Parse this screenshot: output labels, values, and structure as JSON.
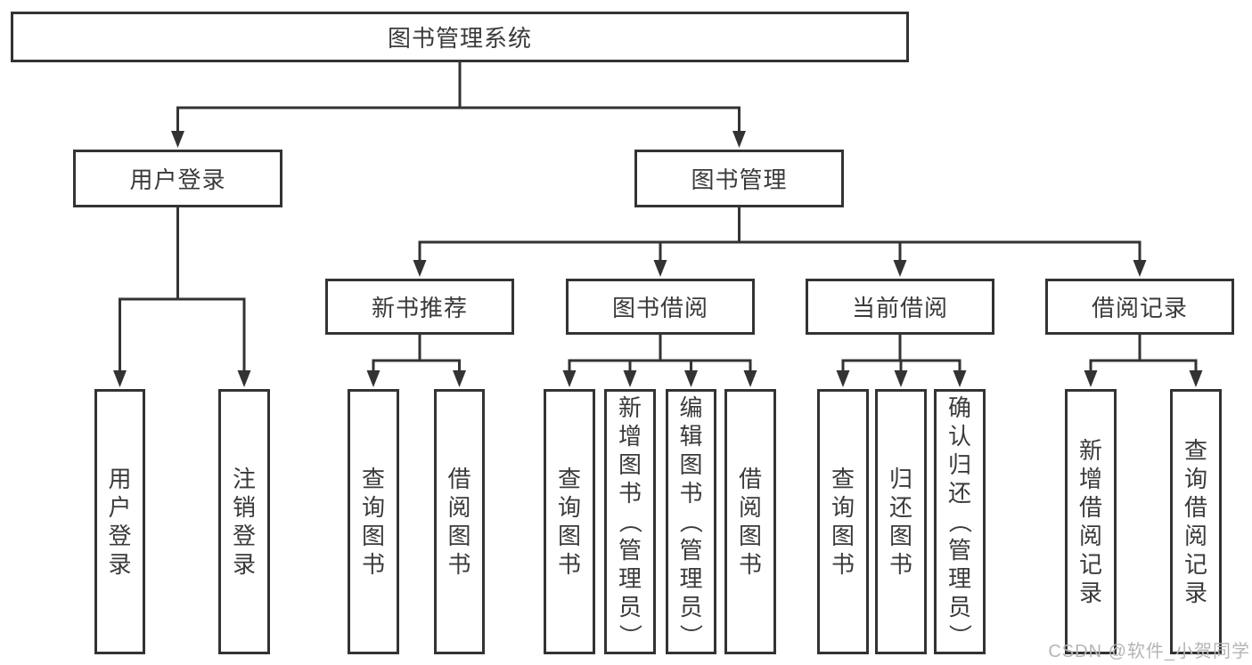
{
  "page": {
    "background": "#ffffff"
  },
  "watermark": {
    "text": "CSDN @软件_小贺同学",
    "color": "#b5b5b5"
  },
  "diagram": {
    "type": "tree",
    "stroke_color": "#333333",
    "text_color": "#3a3a3a",
    "box_background": "#ffffff",
    "nodes": [
      {
        "id": "root",
        "label": "图书管理系统",
        "vertical": false
      },
      {
        "id": "user-login",
        "label": "用户登录",
        "vertical": false
      },
      {
        "id": "book-mgmt",
        "label": "图书管理",
        "vertical": false
      },
      {
        "id": "new-book-rec",
        "label": "新书推荐",
        "vertical": false
      },
      {
        "id": "book-borrow",
        "label": "图书借阅",
        "vertical": false
      },
      {
        "id": "current-borrow",
        "label": "当前借阅",
        "vertical": false
      },
      {
        "id": "borrow-records",
        "label": "借阅记录",
        "vertical": false
      },
      {
        "id": "leaf-user-login",
        "label": "用户登录",
        "vertical": true
      },
      {
        "id": "leaf-logout",
        "label": "注销登录",
        "vertical": true
      },
      {
        "id": "leaf-nbr-query",
        "label": "查询图书",
        "vertical": true
      },
      {
        "id": "leaf-nbr-borrow",
        "label": "借阅图书",
        "vertical": true
      },
      {
        "id": "leaf-bb-query",
        "label": "查询图书",
        "vertical": true
      },
      {
        "id": "leaf-bb-add",
        "label": "新增图书（管理员）",
        "vertical": true
      },
      {
        "id": "leaf-bb-edit",
        "label": "编辑图书（管理员）",
        "vertical": true
      },
      {
        "id": "leaf-bb-borrow",
        "label": "借阅图书",
        "vertical": true
      },
      {
        "id": "leaf-cb-query",
        "label": "查询图书",
        "vertical": true
      },
      {
        "id": "leaf-cb-return",
        "label": "归还图书",
        "vertical": true
      },
      {
        "id": "leaf-cb-confirm",
        "label": "确认归还（管理员）",
        "vertical": true
      },
      {
        "id": "leaf-br-add",
        "label": "新增借阅记录",
        "vertical": true
      },
      {
        "id": "leaf-br-query",
        "label": "查询借阅记录",
        "vertical": true
      }
    ],
    "edges": [
      {
        "from": "root",
        "to": [
          "user-login",
          "book-mgmt"
        ]
      },
      {
        "from": "user-login",
        "to": [
          "leaf-user-login",
          "leaf-logout"
        ]
      },
      {
        "from": "book-mgmt",
        "to": [
          "new-book-rec",
          "book-borrow",
          "current-borrow",
          "borrow-records"
        ]
      },
      {
        "from": "new-book-rec",
        "to": [
          "leaf-nbr-query",
          "leaf-nbr-borrow"
        ]
      },
      {
        "from": "book-borrow",
        "to": [
          "leaf-bb-query",
          "leaf-bb-add",
          "leaf-bb-edit",
          "leaf-bb-borrow"
        ]
      },
      {
        "from": "current-borrow",
        "to": [
          "leaf-cb-query",
          "leaf-cb-return",
          "leaf-cb-confirm"
        ]
      },
      {
        "from": "borrow-records",
        "to": [
          "leaf-br-add",
          "leaf-br-query"
        ]
      }
    ]
  }
}
